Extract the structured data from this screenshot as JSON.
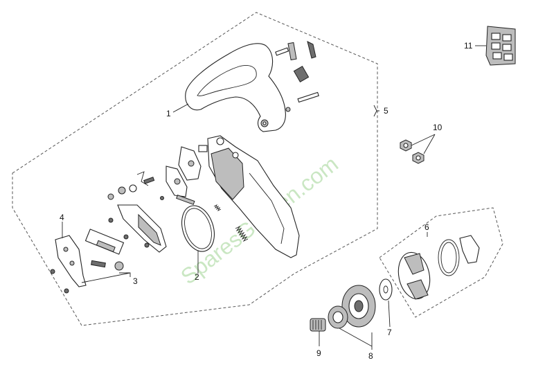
{
  "watermark": "SparesGarden.com",
  "callouts": {
    "c1": "1",
    "c2": "2",
    "c3": "3",
    "c4": "4",
    "c5": "5",
    "c6": "6",
    "c7": "7",
    "c8": "8",
    "c9": "9",
    "c10": "10",
    "c11": "11"
  },
  "colors": {
    "line": "#222222",
    "watermark": "#b9dfb0",
    "grey_fill": "#bdbdbd"
  }
}
